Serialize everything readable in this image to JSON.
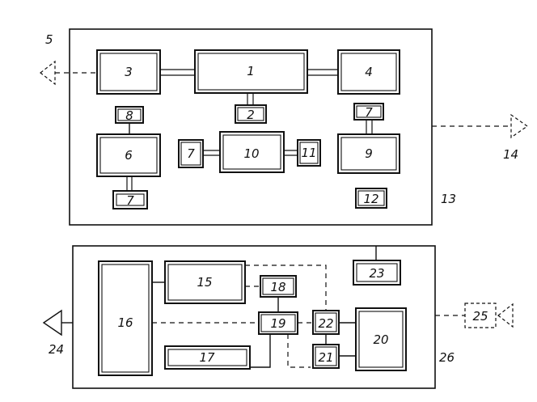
{
  "diagram": {
    "units": {
      "upper": {
        "label": "13"
      },
      "lower": {
        "label": "26"
      }
    },
    "blocks": {
      "b1": "1",
      "b2": "2",
      "b3": "3",
      "b4": "4",
      "b6": "6",
      "b7a": "7",
      "b7b": "7",
      "b7c": "7",
      "b8": "8",
      "b9": "9",
      "b10": "10",
      "b11": "11",
      "b12": "12",
      "b15": "15",
      "b16": "16",
      "b17": "17",
      "b18": "18",
      "b19": "19",
      "b20": "20",
      "b21": "21",
      "b22": "22",
      "b23": "23"
    },
    "antennas": {
      "a5": "5",
      "a14": "14",
      "a24": "24",
      "a25": "25"
    }
  }
}
